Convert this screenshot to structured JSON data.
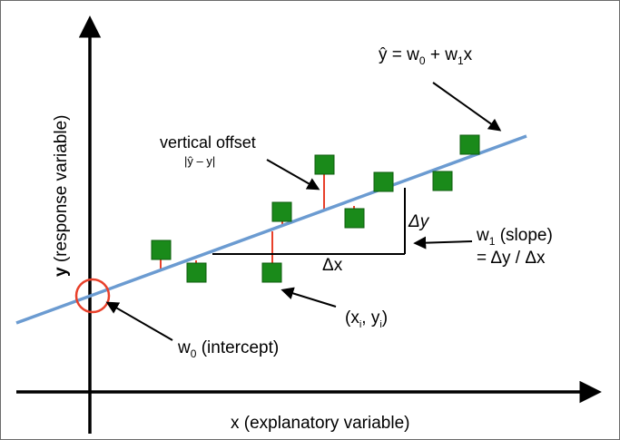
{
  "equation": {
    "main": "ŷ = w",
    "sub0": "0",
    "plus": " + w",
    "sub1": "1",
    "tail": "x"
  },
  "vertical_offset": {
    "title": "vertical offset",
    "formula": "|ŷ – y|"
  },
  "axes": {
    "y_label_bold": "y",
    "y_label_rest": " (response variable)",
    "x_label": "x (explanatory variable)"
  },
  "delta_y": "Δy",
  "delta_x": "Δx",
  "slope": {
    "w": "w",
    "sub": "1",
    "rest": " (slope)",
    "line2": "= Δy / Δx"
  },
  "point_label": {
    "open": "(x",
    "sub_i1": "i",
    "mid": ", y",
    "sub_i2": "i",
    "close": ")"
  },
  "intercept": {
    "w": "w",
    "sub": "0",
    "rest": " (intercept)"
  },
  "colors": {
    "regression_line": "#6b9bd1",
    "data_point": "#1a8a1a",
    "residual": "#e8402a",
    "intercept_circle": "#e8402a",
    "axis": "#000000"
  }
}
